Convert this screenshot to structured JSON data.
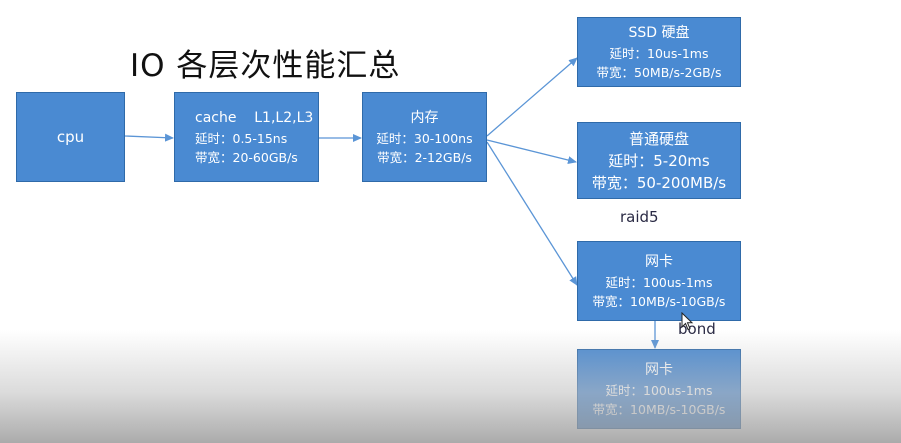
{
  "title": "IO 各层次性能汇总",
  "boxes": {
    "cpu": {
      "lines": [
        "cpu"
      ]
    },
    "cache": {
      "lines": [
        "cache    L1,L2,L3",
        "延时：0.5-15ns",
        "带宽：20-60GB/s"
      ]
    },
    "memory": {
      "lines": [
        "内存",
        "延时：30-100ns",
        "带宽：2-12GB/s"
      ]
    },
    "ssd": {
      "lines": [
        "SSD 硬盘",
        "延时：10us-1ms",
        "带宽：50MB/s-2GB/s"
      ]
    },
    "hdd": {
      "lines": [
        "普通硬盘",
        "延时：5-20ms",
        "带宽：50-200MB/s"
      ]
    },
    "nic1": {
      "lines": [
        "网卡",
        "延时：100us-1ms",
        "带宽：10MB/s-10GB/s"
      ]
    },
    "nic2": {
      "lines": [
        "网卡",
        "延时：100us-1ms",
        "带宽：10MB/s-10GB/s"
      ]
    }
  },
  "labels": {
    "raid": "raid5",
    "bond": "bond"
  },
  "colors": {
    "box_fill": "#4a8ad2",
    "box_border": "#2f6aa9",
    "arrow": "#5b95d6"
  }
}
